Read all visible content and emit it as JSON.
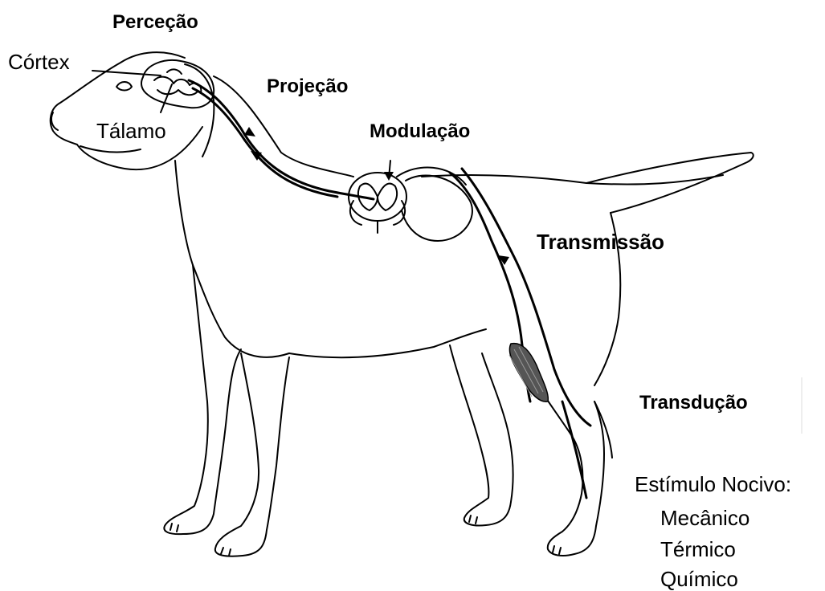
{
  "labels": {
    "percepcao": "Perceção",
    "cortex": "Córtex",
    "talamo": "Tálamo",
    "projecao": "Projeção",
    "modulacao": "Modulação",
    "transmissao": "Transmissão",
    "transducao": "Transdução",
    "estimulo_title": "Estímulo Nocivo:",
    "estimulos": [
      "Mecânico",
      "Térmico",
      "Químico"
    ]
  },
  "colors": {
    "line": "#000000",
    "background": "#ffffff",
    "muscle": "#555555"
  }
}
